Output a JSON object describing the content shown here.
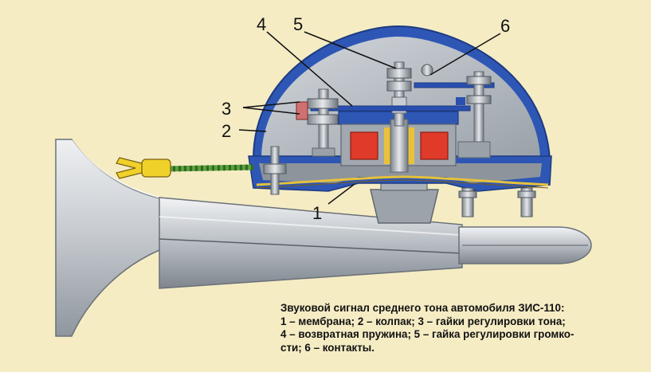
{
  "callouts": {
    "c1": "1",
    "c2": "2",
    "c3": "3",
    "c4": "4",
    "c5": "5",
    "c6": "6"
  },
  "caption": {
    "line1": "Звуковой сигнал среднего тона автомобиля ЗИС-110:",
    "line2": "1 – мембрана; 2 – колпак; 3 – гайки регулировки тона;",
    "line3": "4 – возвратная пружина; 5 – гайка регулировки громко-",
    "line4": "сти; 6 – контакты."
  },
  "colors": {
    "background": "#f5ecc4",
    "cover": "#2e57b5",
    "horn_metal": "#c2c7cc",
    "coil": "#e03a2a",
    "spring": "#2a4fb0",
    "wire": "#5aa03c",
    "terminal": "#f0d12a"
  }
}
